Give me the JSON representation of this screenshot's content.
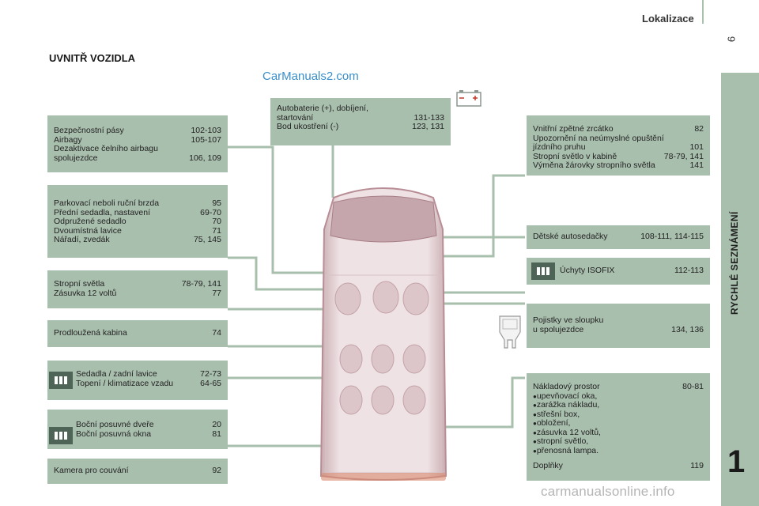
{
  "header": {
    "title": "Lokalizace",
    "page_number": "9"
  },
  "sidebar": {
    "label": "RYCHLÉ SEZNÁMENÍ",
    "chapter": "1"
  },
  "section_title": "UVNITŘ VOZIDLA",
  "watermark_top": "CarManuals2.com",
  "watermark_bottom": "carmanualsonline.info",
  "battery_icon": "battery-icon",
  "left_boxes": [
    {
      "lines": [
        [
          "Bezpečnostní pásy",
          "102-103"
        ],
        [
          "Airbagy",
          "105-107"
        ],
        [
          "Dezaktivace čelního airbagu",
          ""
        ],
        [
          "spolujezdce",
          "106, 109"
        ]
      ]
    },
    {
      "lines": [
        [
          "Parkovací neboli ruční brzda",
          "95"
        ],
        [
          "Přední sedadla, nastavení",
          "69-70"
        ],
        [
          "Odpružené sedadlo",
          "70"
        ],
        [
          "Dvoumístná lavice",
          "71"
        ],
        [
          "Nářadí, zvedák",
          "75, 145"
        ]
      ]
    },
    {
      "lines": [
        [
          "Stropní světla",
          "78-79, 141"
        ],
        [
          "Zásuvka 12 voltů",
          "77"
        ]
      ]
    },
    {
      "lines": [
        [
          "Prodloužená kabina",
          "74"
        ]
      ]
    },
    {
      "lines": [
        [
          "Sedadla / zadní lavice",
          "72-73"
        ],
        [
          "Topení / klimatizace vzadu",
          "64-65"
        ]
      ]
    },
    {
      "lines": [
        [
          "Boční posuvné dveře",
          "20"
        ],
        [
          "Boční posuvná okna",
          "81"
        ]
      ]
    },
    {
      "lines": [
        [
          "Kamera pro couvání",
          "92"
        ]
      ]
    }
  ],
  "center_box": {
    "lines": [
      [
        "Autobaterie (+), dobíjení,",
        ""
      ],
      [
        "startování",
        "131-133"
      ],
      [
        "Bod ukostření (-)",
        "123, 131"
      ]
    ]
  },
  "right_boxes": [
    {
      "lines": [
        [
          "Vnitřní zpětné zrcátko",
          "82"
        ],
        [
          "Upozornění na neúmyslné opuštění",
          ""
        ],
        [
          "jízdního pruhu",
          "101"
        ],
        [
          "Stropní světlo v kabině",
          "78-79, 141"
        ],
        [
          "Výměna žárovky stropního světla",
          "141"
        ]
      ]
    },
    {
      "lines": [
        [
          "Dětské autosedačky",
          "108-111, 114-115"
        ]
      ]
    },
    {
      "lines": [
        [
          "Úchyty ISOFIX",
          "112-113"
        ]
      ]
    },
    {
      "lines": [
        [
          "Pojistky ve sloupku",
          ""
        ],
        [
          "u spolujezdce",
          "134, 136"
        ]
      ]
    }
  ],
  "cargo_box": {
    "title": "Nákladový prostor",
    "title_page": "80-81",
    "bullets": [
      "upevňovací oka,",
      "zarážka nákladu,",
      "střešní box,",
      "obložení,",
      "zásuvka 12 voltů,",
      "stropní světlo,",
      "přenosná lampa."
    ],
    "accessories": "Doplňky",
    "accessories_page": "119"
  },
  "colors": {
    "box": "#a9bfad",
    "connector": "#a9bfad",
    "badge": "#4e6457",
    "van_body": "#e6d4d7",
    "van_outline": "#b88d95"
  }
}
